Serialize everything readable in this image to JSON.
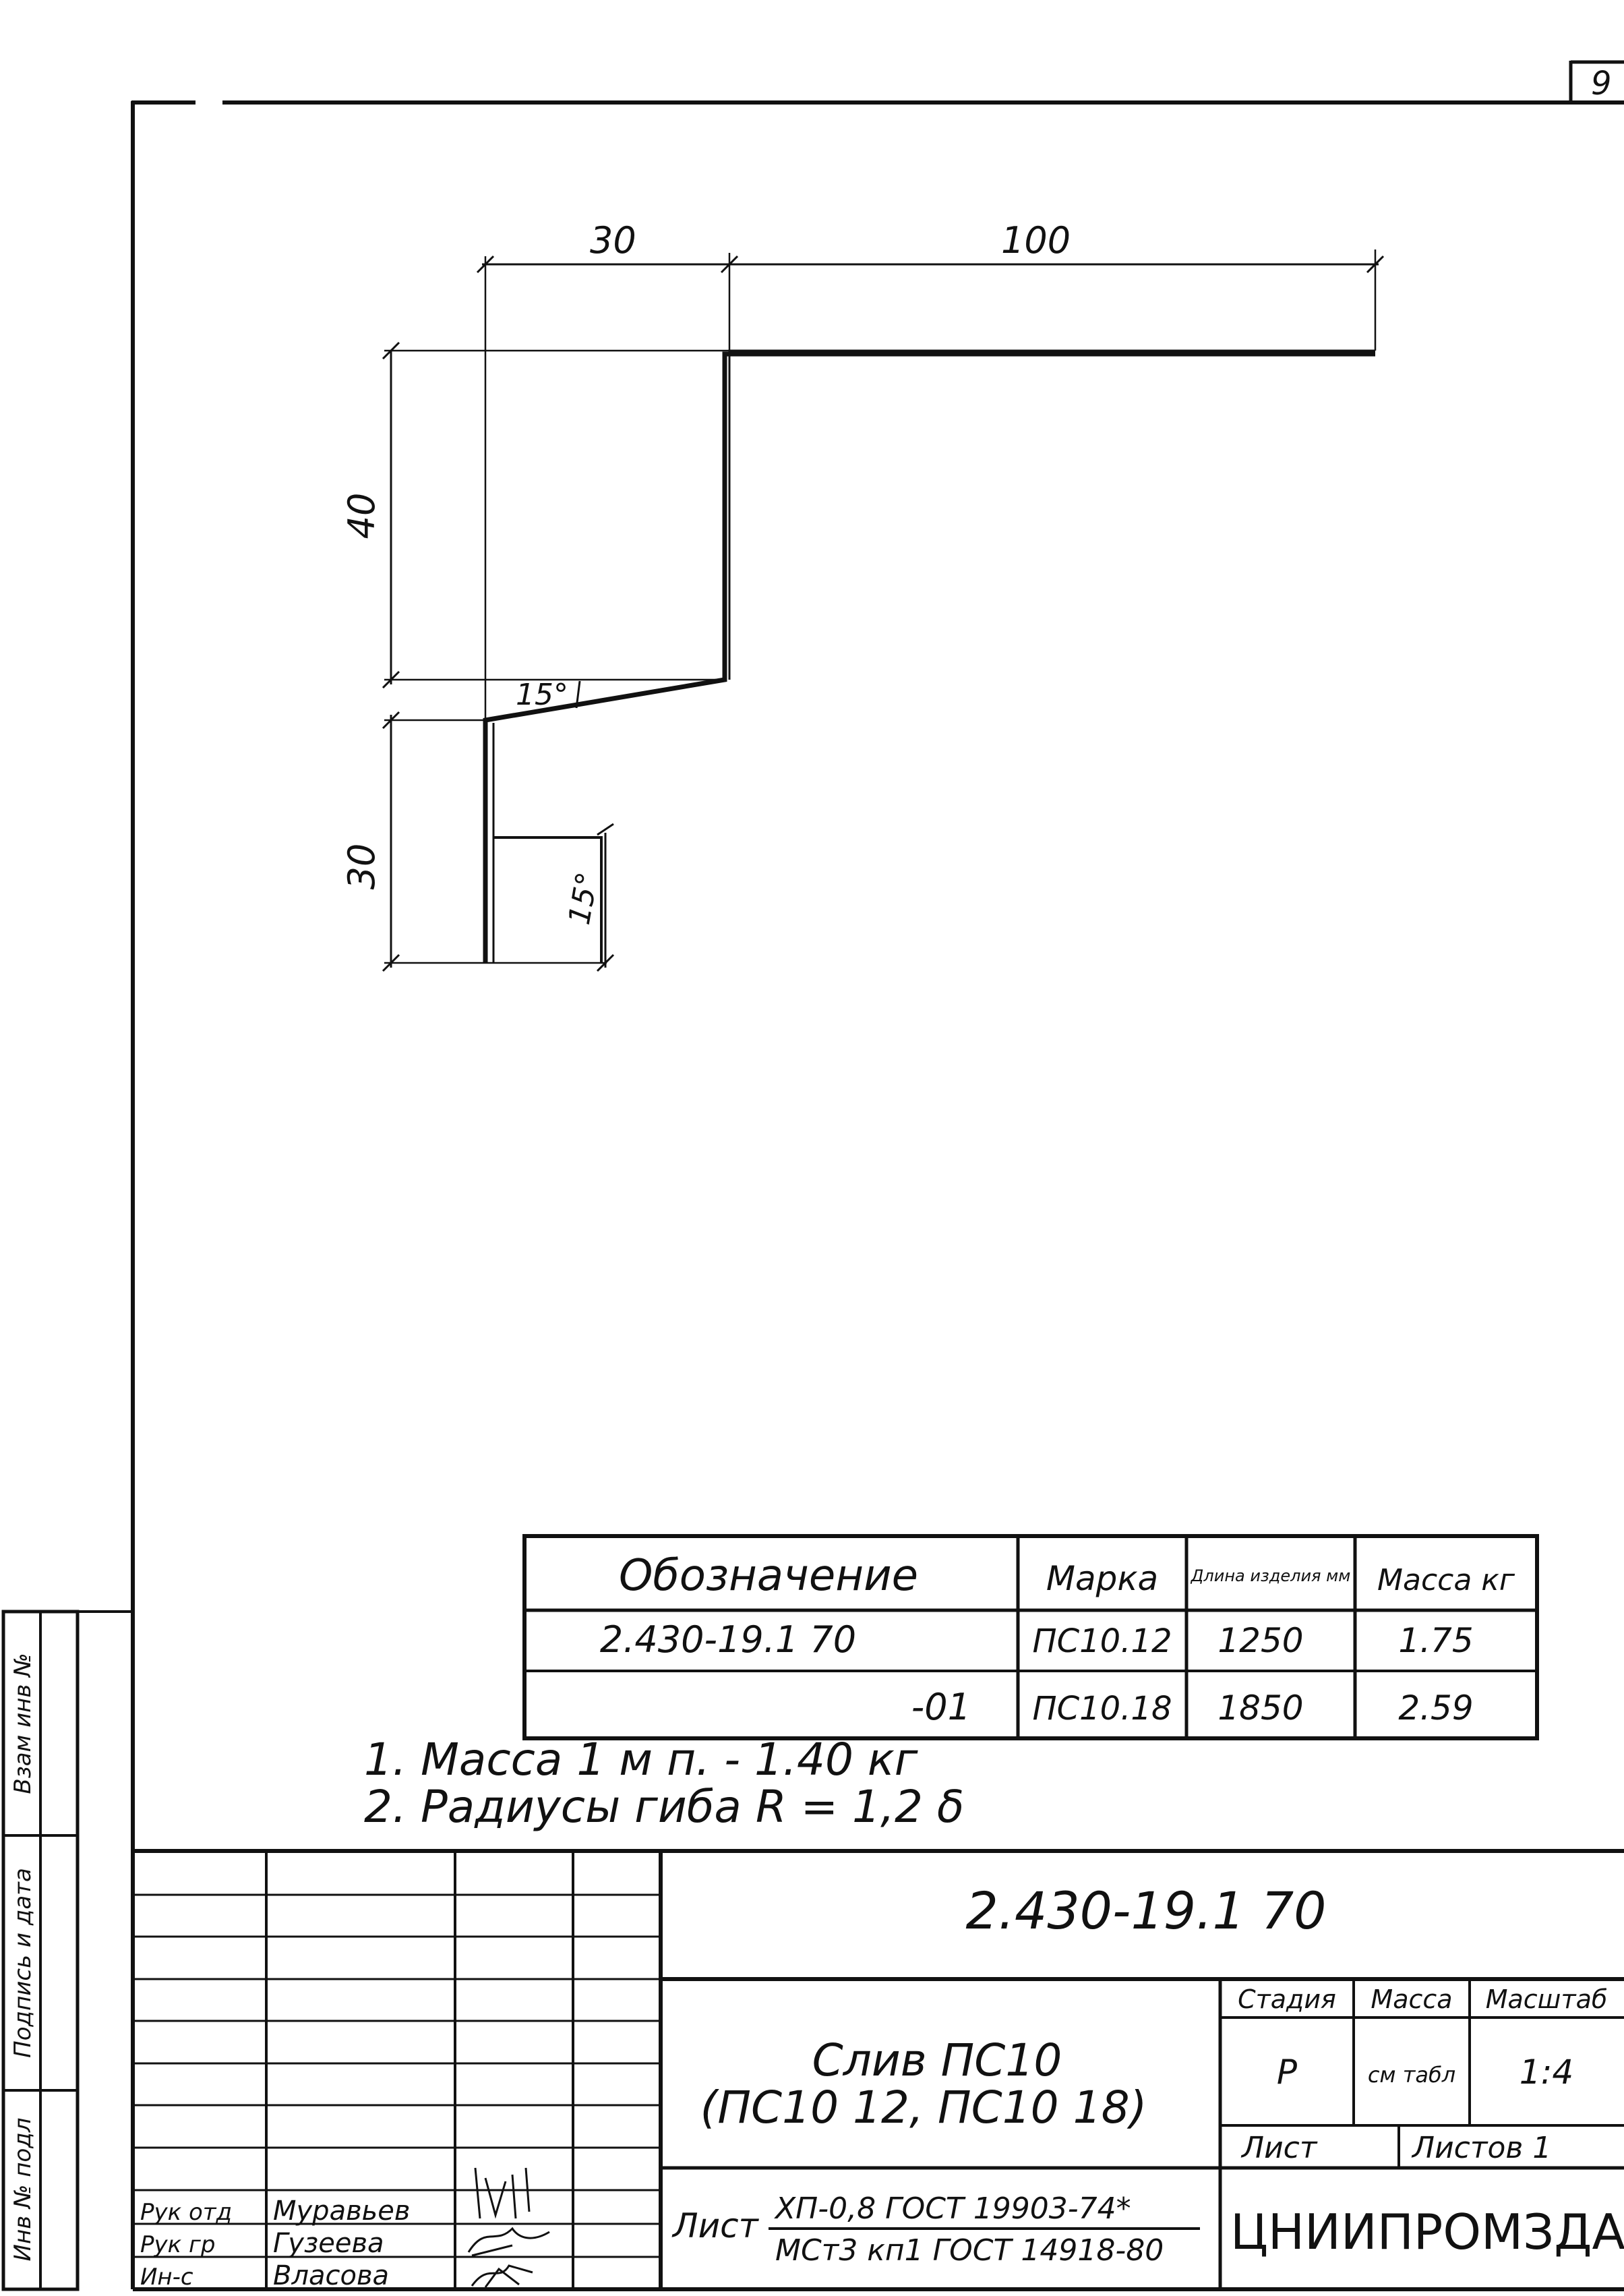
{
  "sheet_corner": "9",
  "drawing": {
    "dims": {
      "top_left": "30",
      "top_right": "100",
      "left_upper": "40",
      "left_lower": "30",
      "angle": "15°",
      "right_angle": "15°"
    }
  },
  "spec_table": {
    "headers": [
      "Обозначение",
      "Марка",
      "Длина изделия мм",
      "Масса кг"
    ],
    "rows": [
      [
        "2.430-19.1 70",
        "ПС10.12",
        "1250",
        "1.75"
      ],
      [
        "-01",
        "ПС10.18",
        "1850",
        "2.59"
      ]
    ]
  },
  "notes": [
    "1. Масса 1 м п. - 1.40 кг",
    "2. Радиусы гиба R = 1,2 δ"
  ],
  "side_stamp": [
    "Взам инв №",
    "Подпись и дата",
    "Инв № подл"
  ],
  "title_block": {
    "doc_code": "2.430-19.1 70",
    "title_line1": "Слив ПС10",
    "title_line2": "(ПС10 12, ПС10 18)",
    "stage_label": "Стадия",
    "mass_label": "Масса",
    "scale_label": "Масштаб",
    "stage_value": "Р",
    "mass_value": "см табл",
    "scale_value": "1:4",
    "sheet_label": "Лист",
    "sheets_label": "Листов 1",
    "material_label": "Лист",
    "material_top": "ХП-0,8 ГОСТ 19903-74*",
    "material_bottom": "МСт3 кп1 ГОСТ 14918-80",
    "organization": "ЦНИИПРОМЗДАНИЙ",
    "signatures": [
      {
        "role": "Рук отд",
        "name": "Муравьев"
      },
      {
        "role": "Рук гр",
        "name": "Гузеева"
      },
      {
        "role": "Ин-с",
        "name": "Власова"
      }
    ]
  }
}
